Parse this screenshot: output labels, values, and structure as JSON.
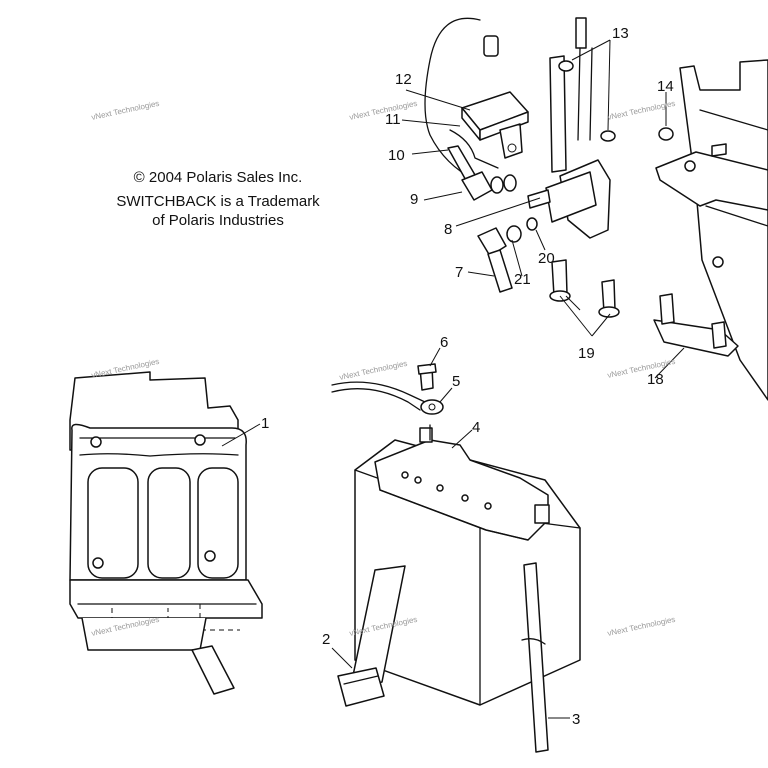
{
  "copyright": {
    "line1": "© 2004 Polaris Sales Inc.",
    "line2": "SWITCHBACK is a Trademark",
    "line3": "of Polaris Industries"
  },
  "watermark": "vNext Technologies",
  "callouts": [
    "1",
    "2",
    "3",
    "4",
    "5",
    "6",
    "7",
    "8",
    "9",
    "10",
    "11",
    "12",
    "13",
    "14",
    "18",
    "19",
    "20",
    "21"
  ]
}
